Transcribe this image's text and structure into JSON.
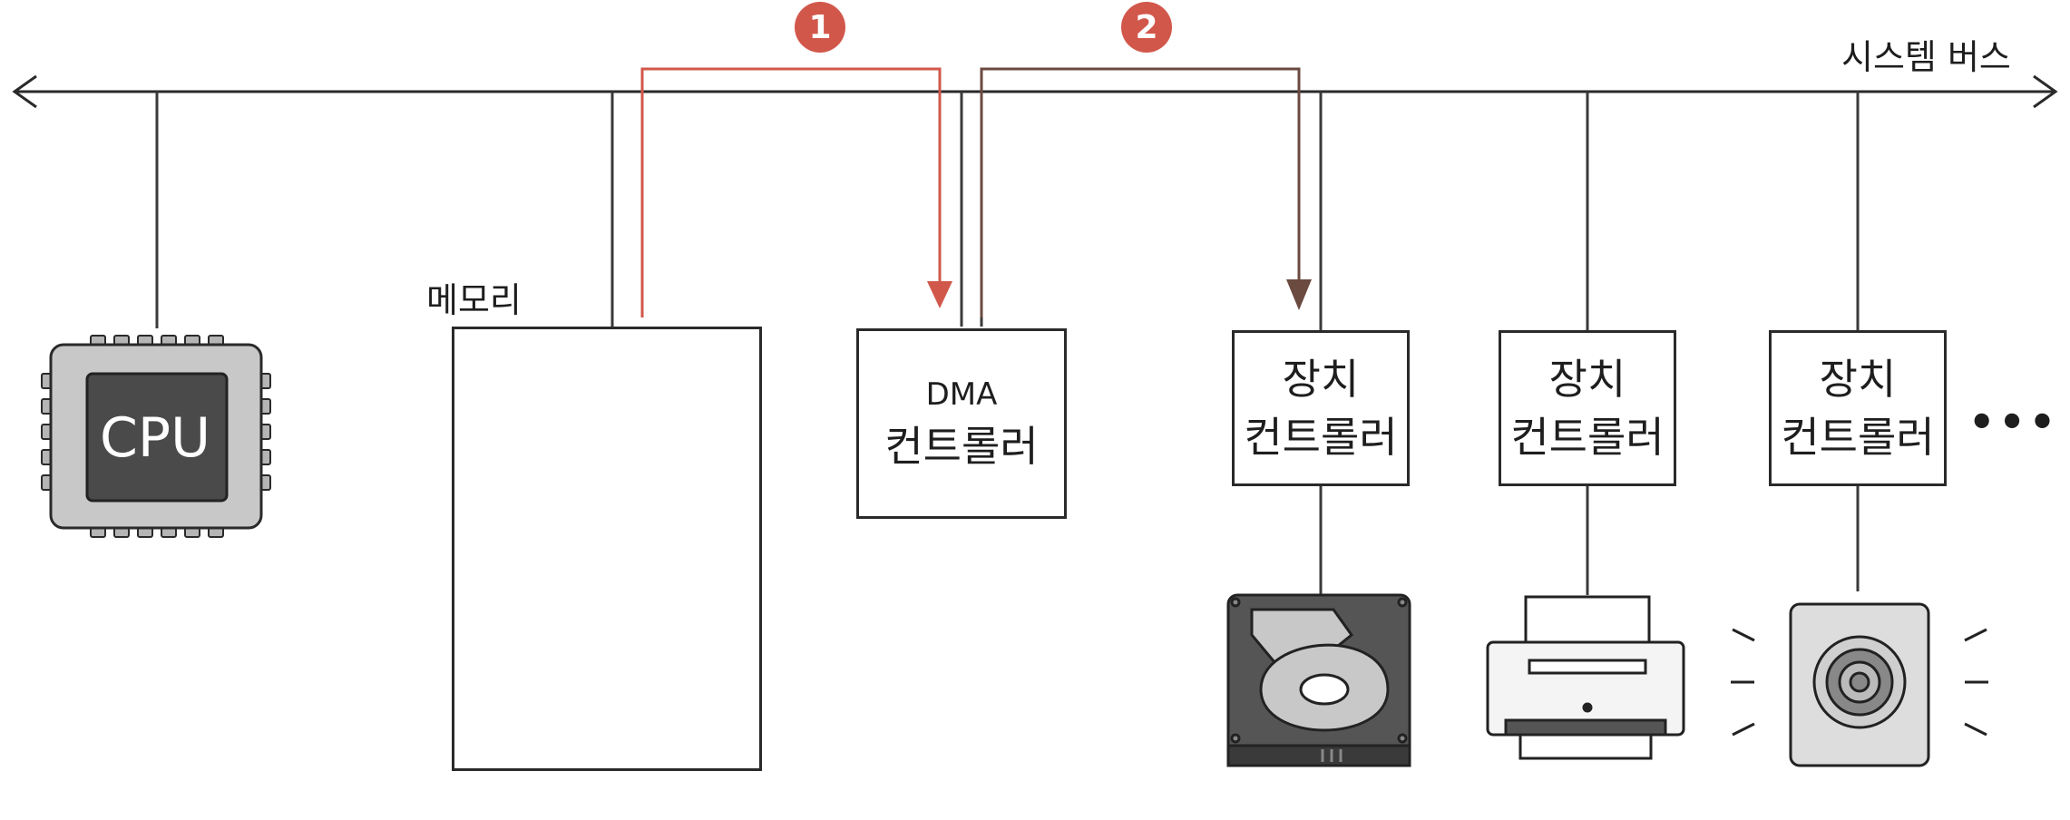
{
  "bus_label": "시스템 버스",
  "cpu_label": "CPU",
  "memory_label": "메모리",
  "dma": {
    "line1": "DMA",
    "line2": "컨트롤러"
  },
  "controllers": [
    {
      "line1": "장치",
      "line2": "컨트롤러"
    },
    {
      "line1": "장치",
      "line2": "컨트롤러"
    },
    {
      "line1": "장치",
      "line2": "컨트롤러"
    }
  ],
  "steps": [
    {
      "number": "1",
      "color": "#d2574b"
    },
    {
      "number": "2",
      "color": "#6b4a40"
    }
  ],
  "more": "•••",
  "devices": [
    "hard-disk",
    "printer",
    "speaker"
  ],
  "colors": {
    "line": "#2a2a2a",
    "step1": "#d2574b",
    "step2": "#6b4a40",
    "cpu_body": "#c8c8c8",
    "cpu_die": "#4a4a4a"
  }
}
